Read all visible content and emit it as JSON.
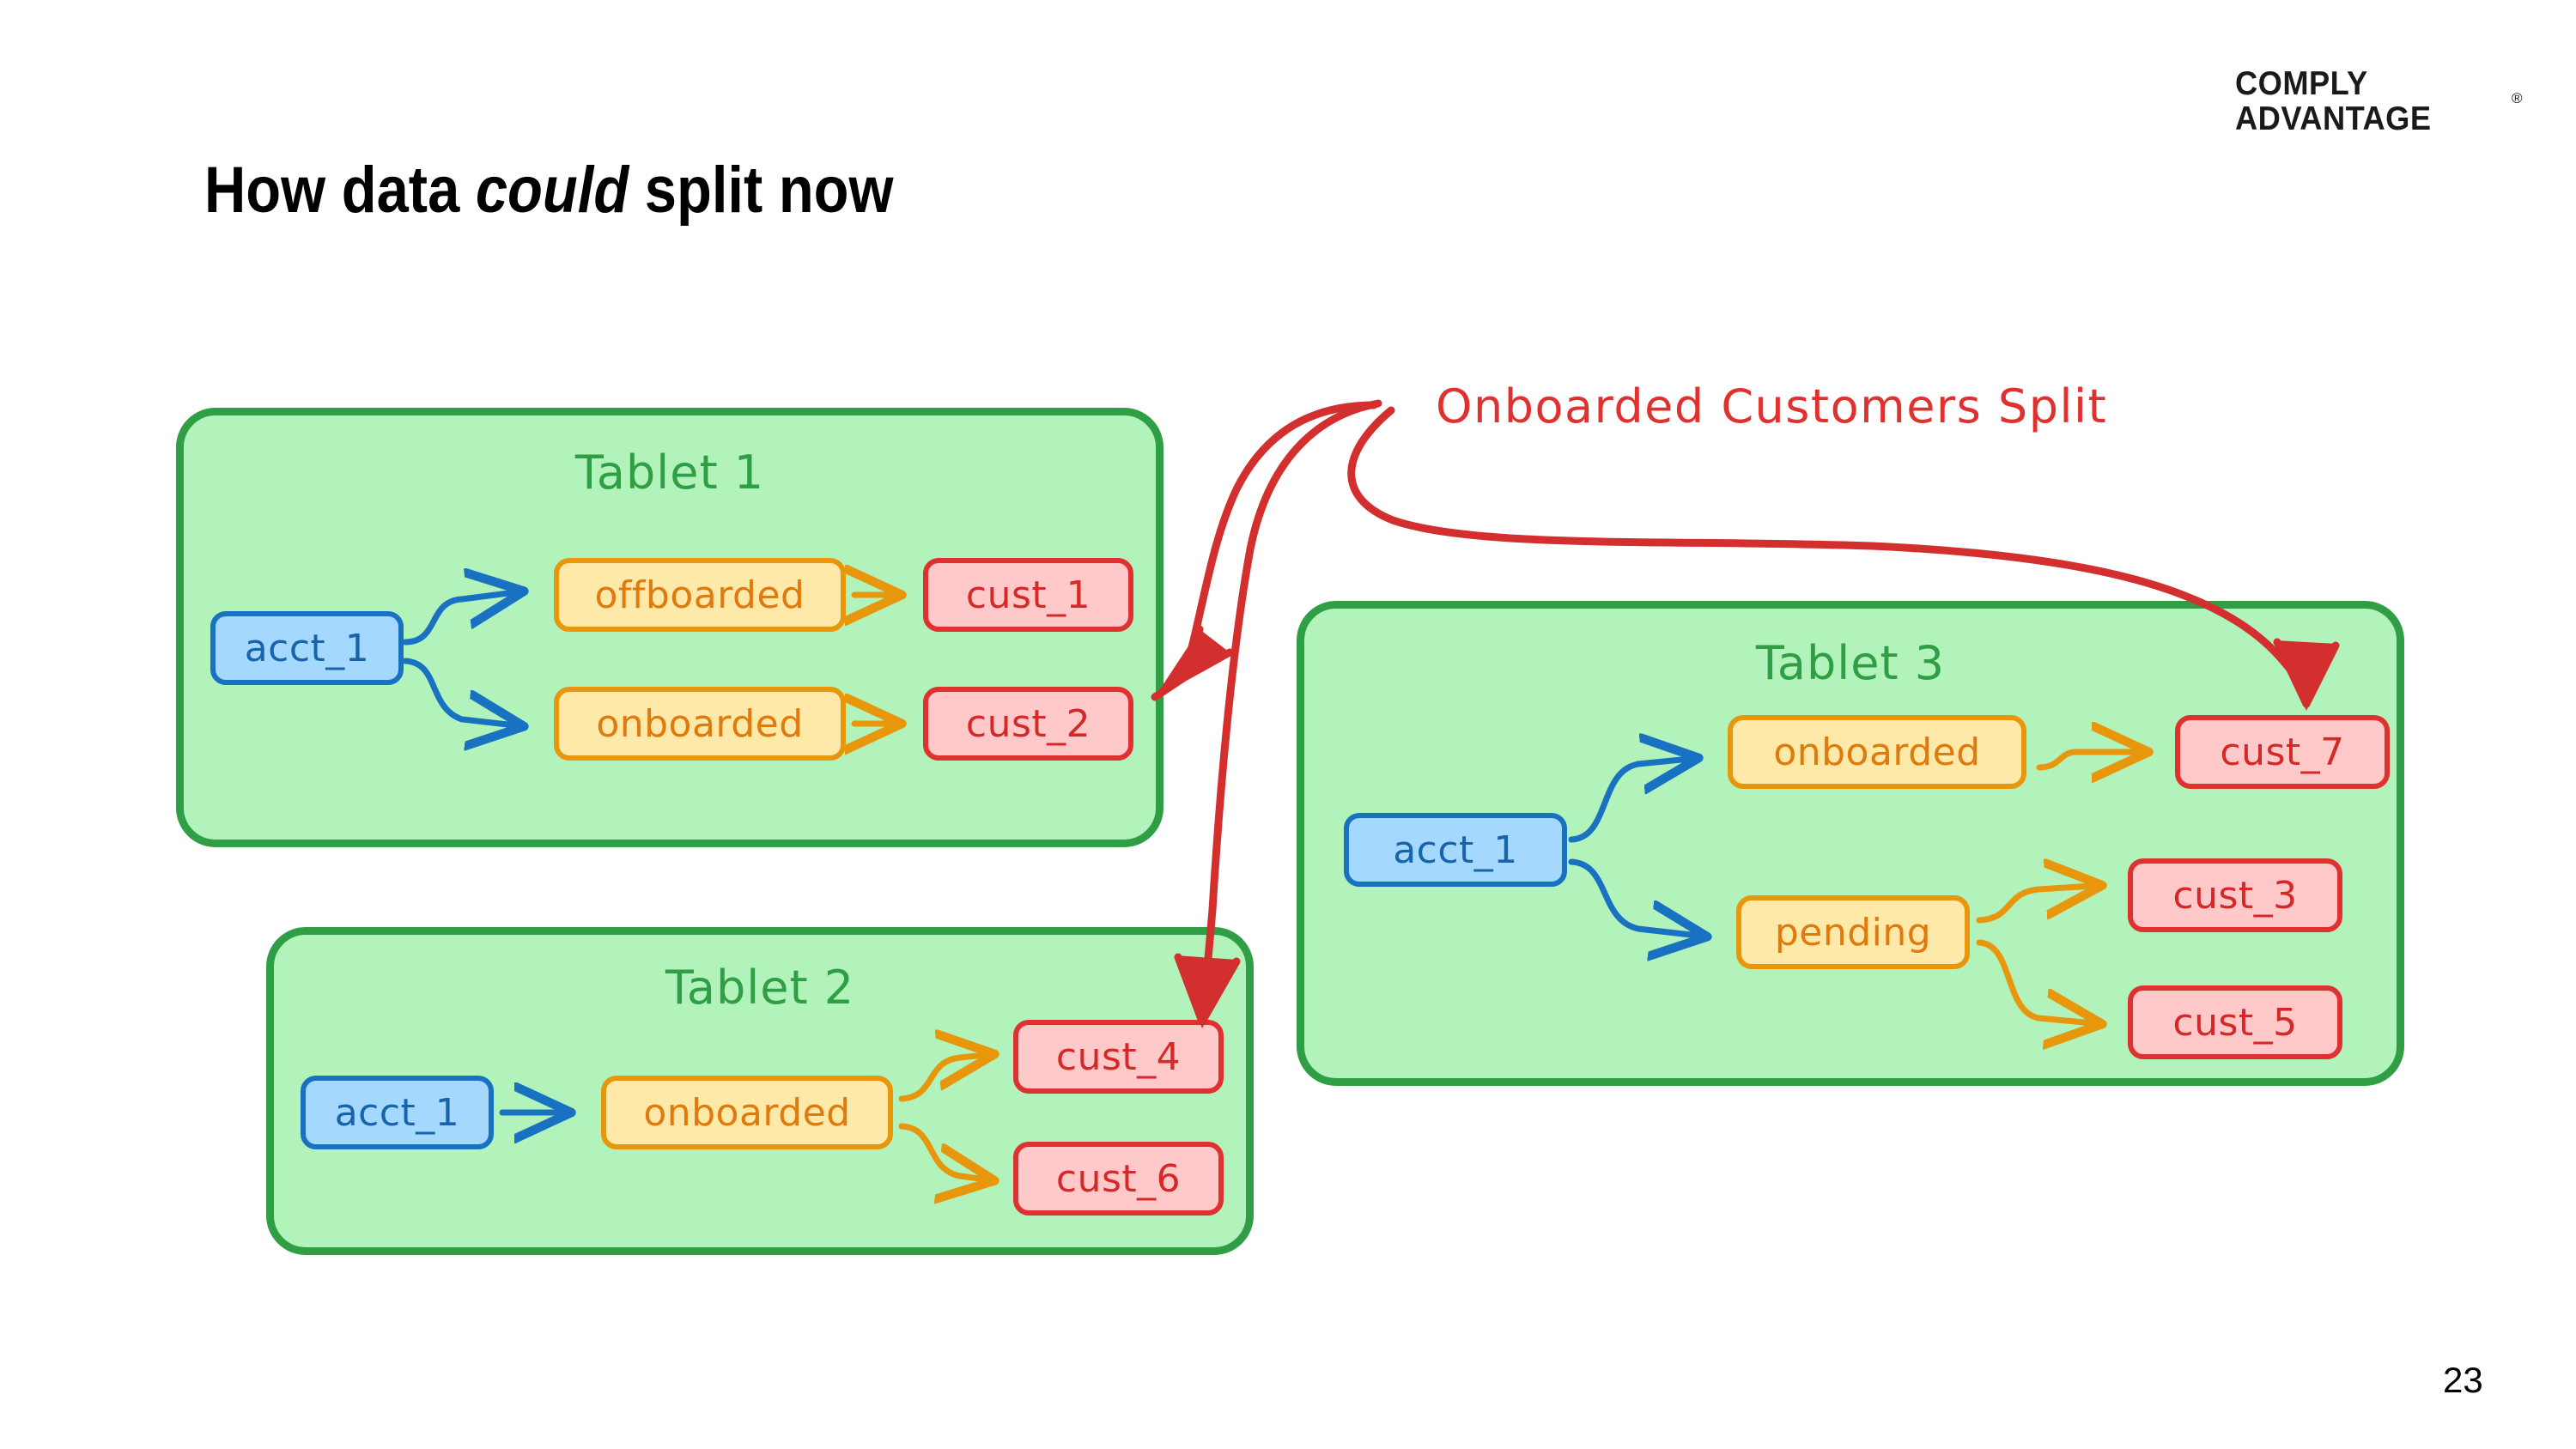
{
  "brand": {
    "logo_line1": "COMPLY",
    "logo_line2": "ADVANTAGE",
    "registered_mark": "®",
    "accent_green": "#2f9e44",
    "accent_green_fill": "#b2f2bb",
    "accent_blue": "#1971c2",
    "accent_blue_fill": "#a5d8ff",
    "accent_yellow": "#e8960c",
    "accent_yellow_fill": "#ffe9a8",
    "accent_red": "#e03131",
    "accent_red_fill": "#ffc9c9"
  },
  "slide": {
    "title_part1": "How data ",
    "title_emphasis": "could",
    "title_part2": " split now",
    "number": "23"
  },
  "annotation": {
    "label": "Onboarded Customers Split",
    "color": "#e03131",
    "targets": [
      "cust_2",
      "cust_4",
      "cust_7"
    ]
  },
  "tablets": [
    {
      "id": "tablet-1",
      "label": "Tablet 1",
      "account": "acct_1",
      "branches": [
        {
          "status": "offboarded",
          "customers": [
            "cust_1"
          ]
        },
        {
          "status": "onboarded",
          "customers": [
            "cust_2"
          ]
        }
      ]
    },
    {
      "id": "tablet-2",
      "label": "Tablet 2",
      "account": "acct_1",
      "branches": [
        {
          "status": "onboarded",
          "customers": [
            "cust_4",
            "cust_6"
          ]
        }
      ]
    },
    {
      "id": "tablet-3",
      "label": "Tablet 3",
      "account": "acct_1",
      "branches": [
        {
          "status": "onboarded",
          "customers": [
            "cust_7"
          ]
        },
        {
          "status": "pending",
          "customers": [
            "cust_3",
            "cust_5"
          ]
        }
      ]
    }
  ],
  "nodes": {
    "t1_acct": "acct_1",
    "t1_offboarded": "offboarded",
    "t1_onboarded": "onboarded",
    "t1_cust1": "cust_1",
    "t1_cust2": "cust_2",
    "t2_acct": "acct_1",
    "t2_onboarded": "onboarded",
    "t2_cust4": "cust_4",
    "t2_cust6": "cust_6",
    "t3_acct": "acct_1",
    "t3_onboarded": "onboarded",
    "t3_pending": "pending",
    "t3_cust7": "cust_7",
    "t3_cust3": "cust_3",
    "t3_cust5": "cust_5"
  }
}
